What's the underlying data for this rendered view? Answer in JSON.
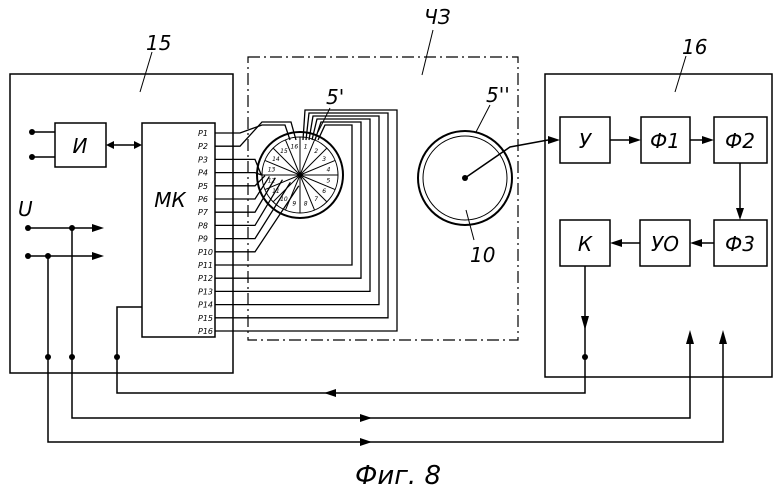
{
  "labels": {
    "block15": "15",
    "block16": "16",
    "block_ch3": "ЧЗ",
    "disk_5p": "5'",
    "disk_5pp": "5''",
    "disk_10": "10",
    "input_U": "U",
    "caption": "Фиг. 8"
  },
  "blocks": {
    "I": "И",
    "MK": "МК",
    "U": "У",
    "F1": "Ф1",
    "F2": "Ф2",
    "F3": "Ф3",
    "UO": "УО",
    "K": "К"
  },
  "pins": [
    "P1",
    "P2",
    "P3",
    "P4",
    "P5",
    "P6",
    "P7",
    "P8",
    "P9",
    "P10",
    "P11",
    "P12",
    "P13",
    "P14",
    "P15",
    "P16"
  ],
  "sectors": [
    "1",
    "2",
    "3",
    "4",
    "5",
    "6",
    "7",
    "8",
    "9",
    "10",
    "11",
    "12",
    "13",
    "14",
    "15",
    "16"
  ]
}
